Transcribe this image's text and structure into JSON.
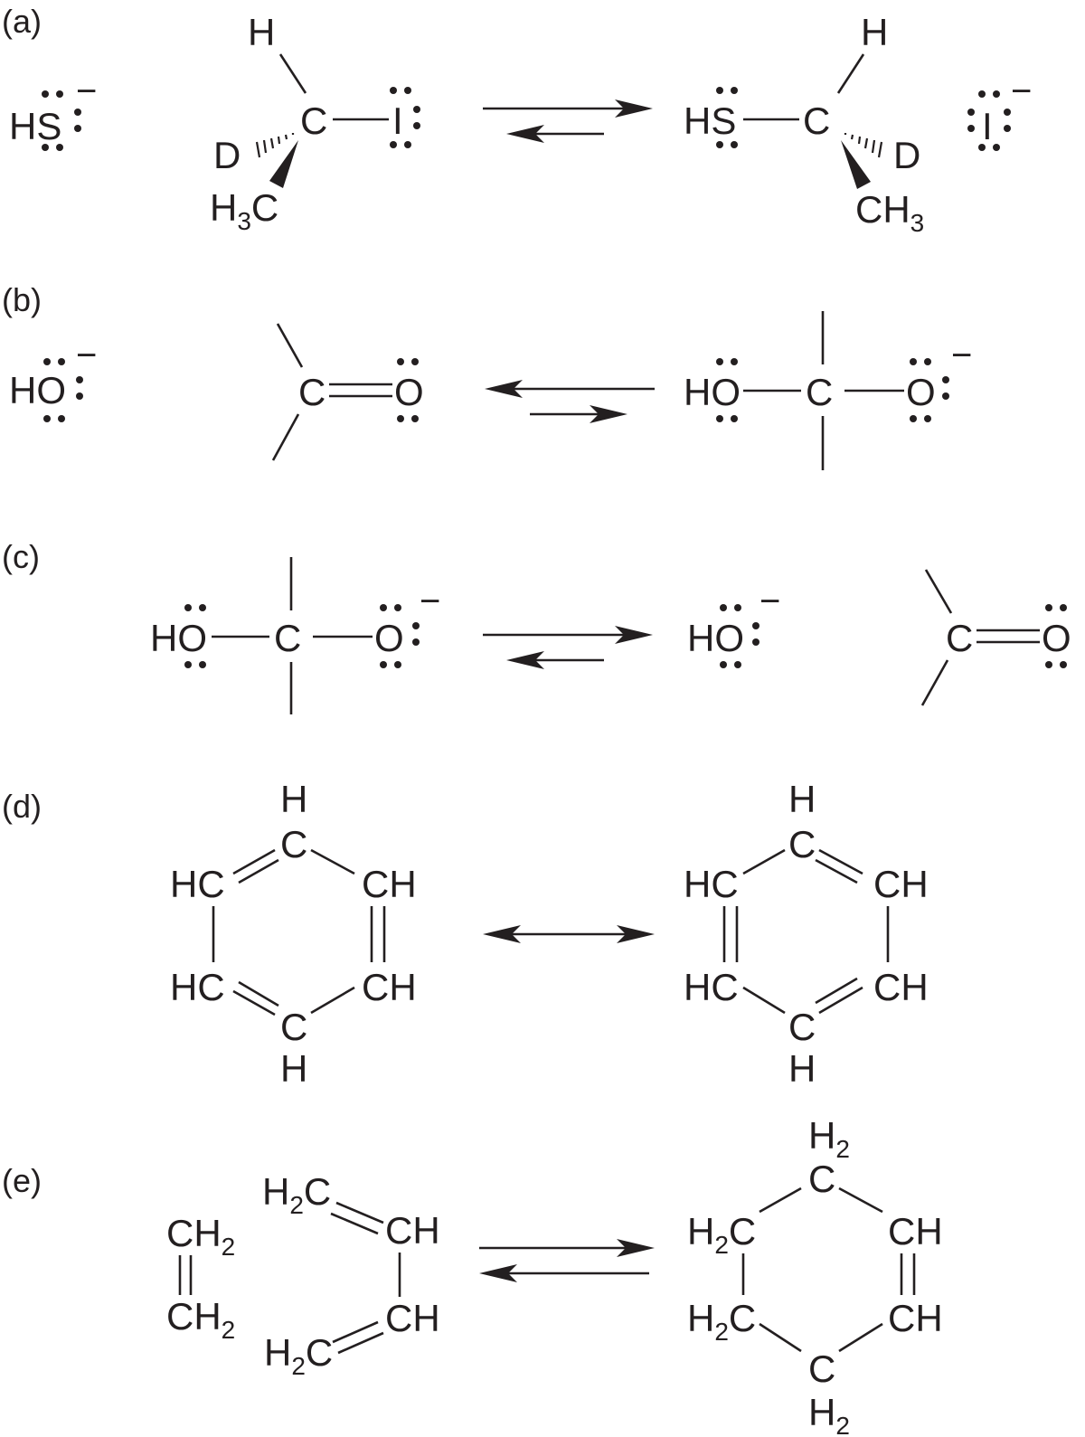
{
  "panels": [
    {
      "label": "(a)",
      "atoms": {
        "hs_left": "HS",
        "h_top_left": "H",
        "c_left": "C",
        "i_left": "I",
        "d_left": "D",
        "h3c_h": "H",
        "h3c_3": "3",
        "h3c_c": "C",
        "hs_right": "HS",
        "c_right": "C",
        "h_top_right": "H",
        "d_right": "D",
        "ch3_ch": "CH",
        "ch3_3": "3",
        "i_right": "I"
      },
      "charges": {
        "hs_left": "−",
        "i_right": "−"
      },
      "arrow": "equilibrium-forward"
    },
    {
      "label": "(b)",
      "atoms": {
        "ho_left": "HO",
        "c_carbonyl": "C",
        "o_carbonyl": "O",
        "ho_right": "HO",
        "c_tetra": "C",
        "o_tetra": "O"
      },
      "charges": {
        "ho_left": "−",
        "o_tetra": "−"
      },
      "arrow": "equilibrium-reverse"
    },
    {
      "label": "(c)",
      "atoms": {
        "ho_tetra": "HO",
        "c_tetra": "C",
        "o_tetra": "O",
        "ho_product": "HO",
        "c_carbonyl": "C",
        "o_carbonyl": "O"
      },
      "charges": {
        "o_tetra": "−",
        "ho_product": "−"
      },
      "arrow": "equilibrium-forward"
    },
    {
      "label": "(d)",
      "atoms": {
        "h": "H",
        "c": "C",
        "hc": "HC",
        "ch": "CH"
      },
      "arrow": "resonance"
    },
    {
      "label": "(e)",
      "atoms": {
        "ch": "CH",
        "h": "H",
        "c": "C",
        "sub2": "2"
      },
      "arrow": "equilibrium-forward"
    }
  ],
  "colors": {
    "ink": "#231f20",
    "background": "#ffffff"
  }
}
